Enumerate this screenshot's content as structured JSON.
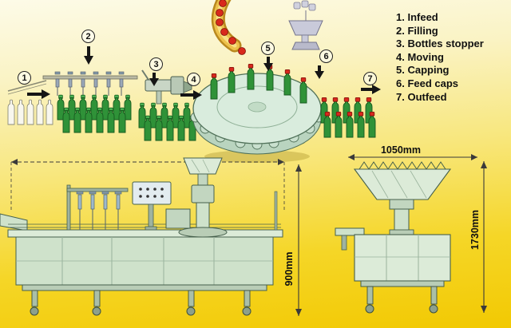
{
  "flow": {
    "step_numbers": [
      "1",
      "2",
      "3",
      "4",
      "5",
      "6",
      "7"
    ]
  },
  "legend": {
    "items": [
      "1. Infeed",
      "2. Filling",
      "3. Bottles stopper",
      "4. Moving",
      "5. Capping",
      "6. Feed caps",
      "7. Outfeed"
    ]
  },
  "dimensions": {
    "machine_width": "1050mm",
    "machine_height": "1730mm",
    "table_height": "900mm"
  },
  "colors": {
    "background_top": "#fdfbe8",
    "background_bottom": "#f2c902",
    "bottle_green": "#2f9238",
    "cap_red": "#d8291c",
    "machine_fill": "#dcebd8",
    "chute_yellow": "#edc14b",
    "rotary_table_fill": "#d9ecdd"
  }
}
